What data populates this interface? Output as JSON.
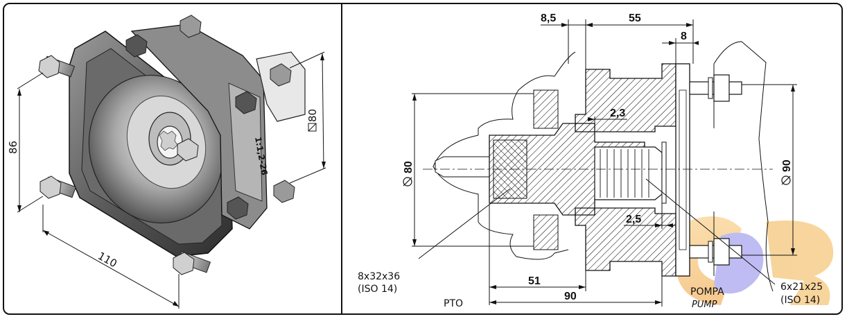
{
  "colors": {
    "outline": "#111111",
    "hatch": "#111111",
    "metal_dark": "#3a3a3a",
    "metal_mid": "#8a8a8a",
    "metal_light": "#d8d8d8",
    "watermark": "#f2b24b",
    "watermark2": "#8a86e8"
  },
  "iso_view": {
    "dim_86": "86",
    "dim_110": "110",
    "dim_80": "80",
    "stamp_text": "1:1,2-26"
  },
  "section_view": {
    "dim_8_5": "8,5",
    "dim_55": "55",
    "dim_8": "8",
    "dim_2_3": "2,3",
    "dim_2_5": "2,5",
    "dim_80_dia": "80",
    "dim_90_dia": "90",
    "dim_51": "51",
    "dim_90": "90",
    "spline_pto_spec": "8x32x36",
    "spline_pto_std": "(ISO 14)",
    "spline_pump_spec": "6x21x25",
    "spline_pump_std": "(ISO 14)",
    "pto_label": "PTO",
    "pump_label_it": "POMPA",
    "pump_label_en": "PUMP"
  }
}
